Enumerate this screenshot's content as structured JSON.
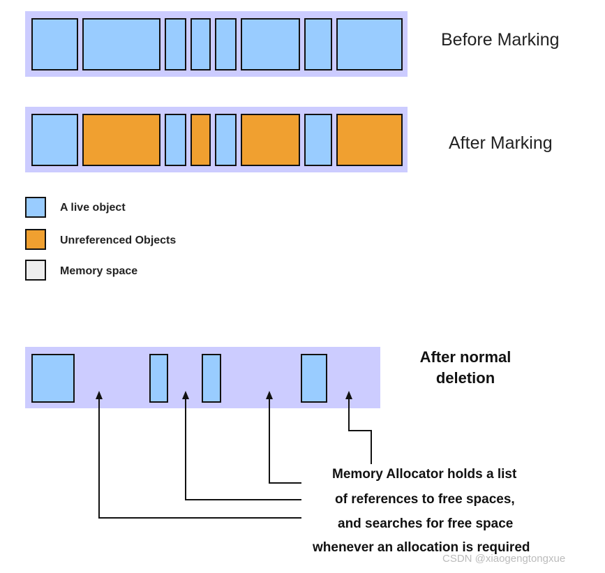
{
  "rows": {
    "before_label": "Before Marking",
    "after_label": "After Marking",
    "deletion_label_line1": "After normal",
    "deletion_label_line2": "deletion"
  },
  "legend": {
    "live": "A live object",
    "unreferenced": "Unreferenced Objects",
    "memory": "Memory space"
  },
  "note": {
    "line1": "Memory Allocator holds a list",
    "line2": "of references to free spaces,",
    "line3": "and searches for free space",
    "line4": "whenever an allocation is required"
  },
  "watermark": "CSDN @xiaogengtongxue",
  "colors": {
    "live": "#99ccff",
    "unreferenced": "#f0a030",
    "memory": "#eeeeee",
    "strip": "#ccccff"
  }
}
